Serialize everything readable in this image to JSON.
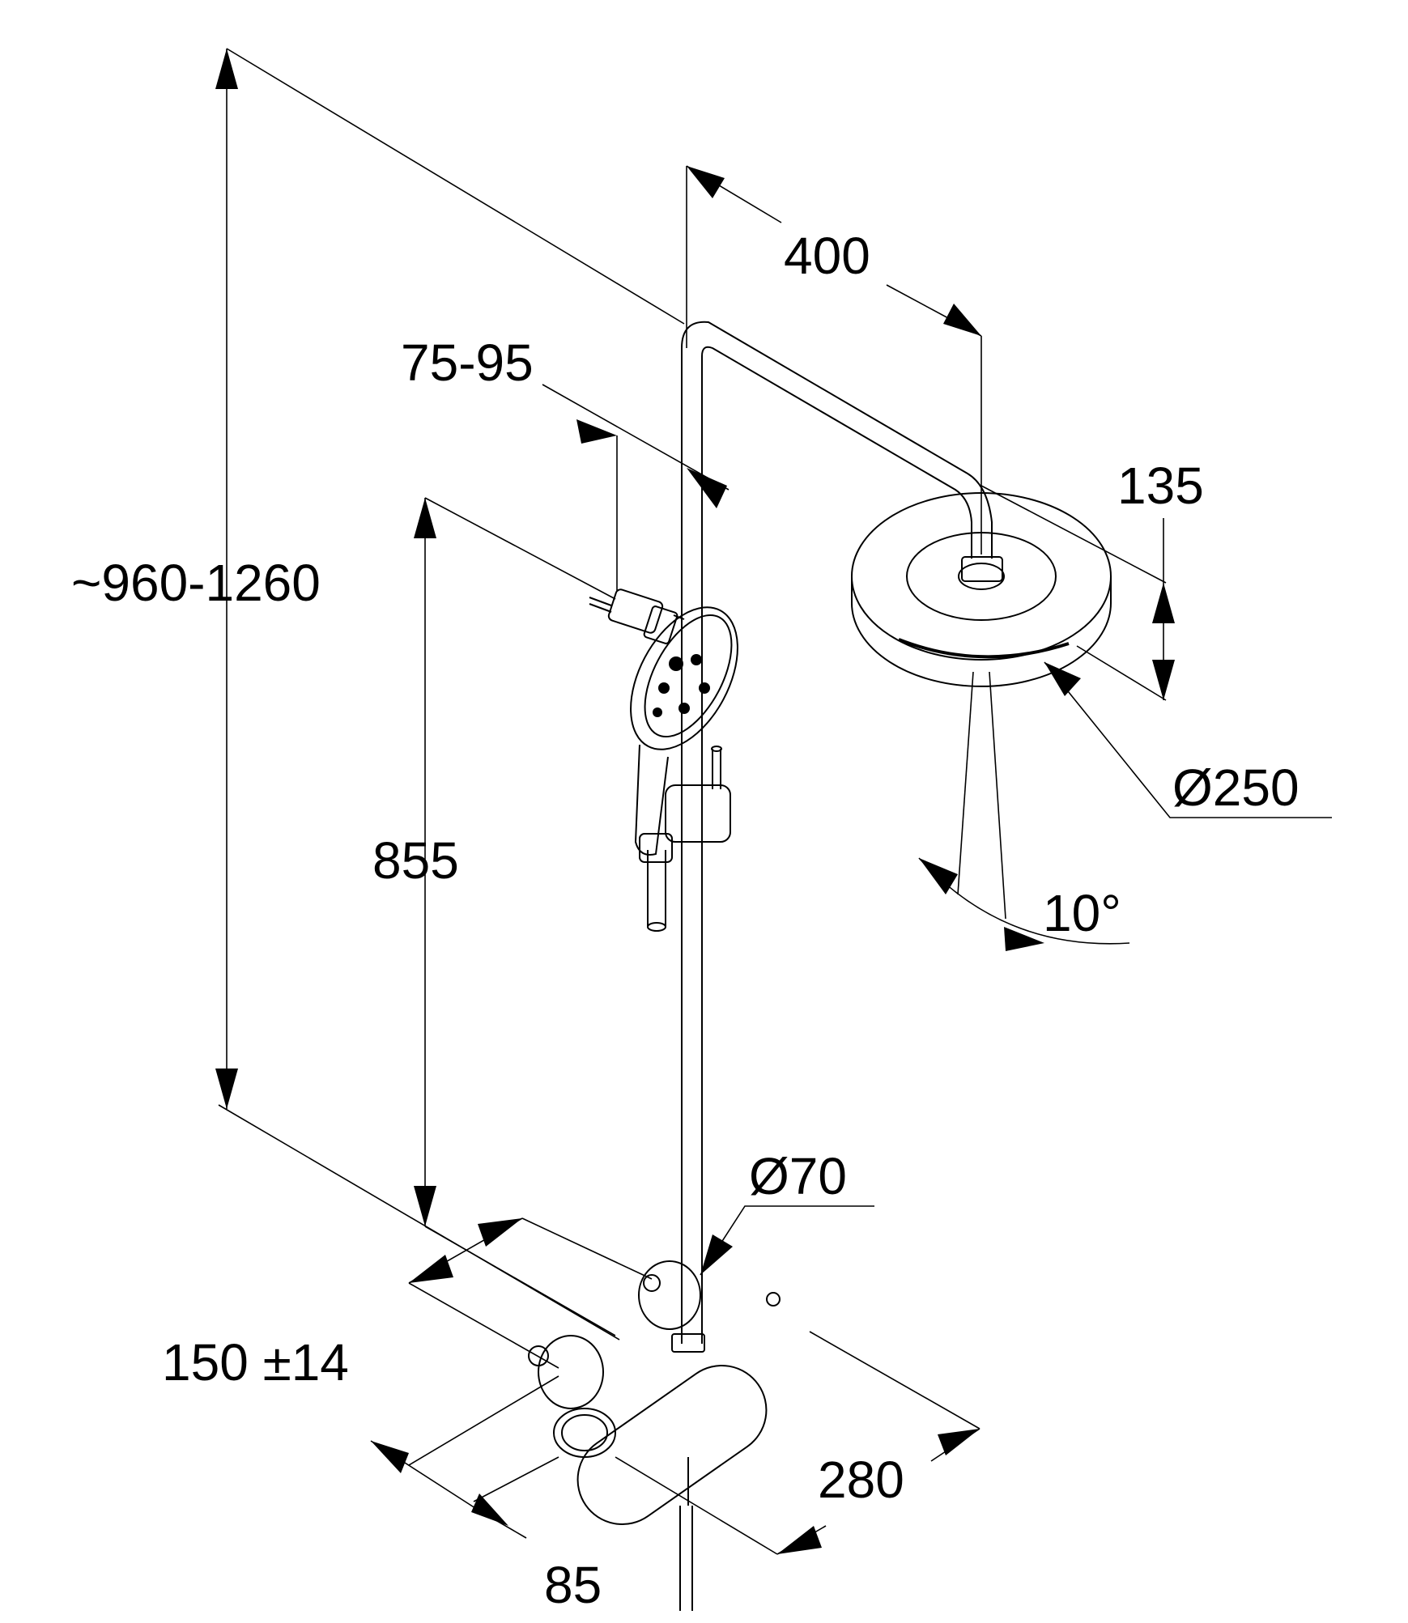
{
  "dimensions": {
    "total_height": "~960-1260",
    "arm_length": "400",
    "bracket_offset": "75-95",
    "rain_head_height": "135",
    "rain_head_diameter": "Ø250",
    "tilt_angle": "10°",
    "slide_height": "855",
    "rail_diameter": "Ø70",
    "inlet_spacing": "150 ±14",
    "thermostat_width": "280",
    "wall_depth": "85"
  }
}
